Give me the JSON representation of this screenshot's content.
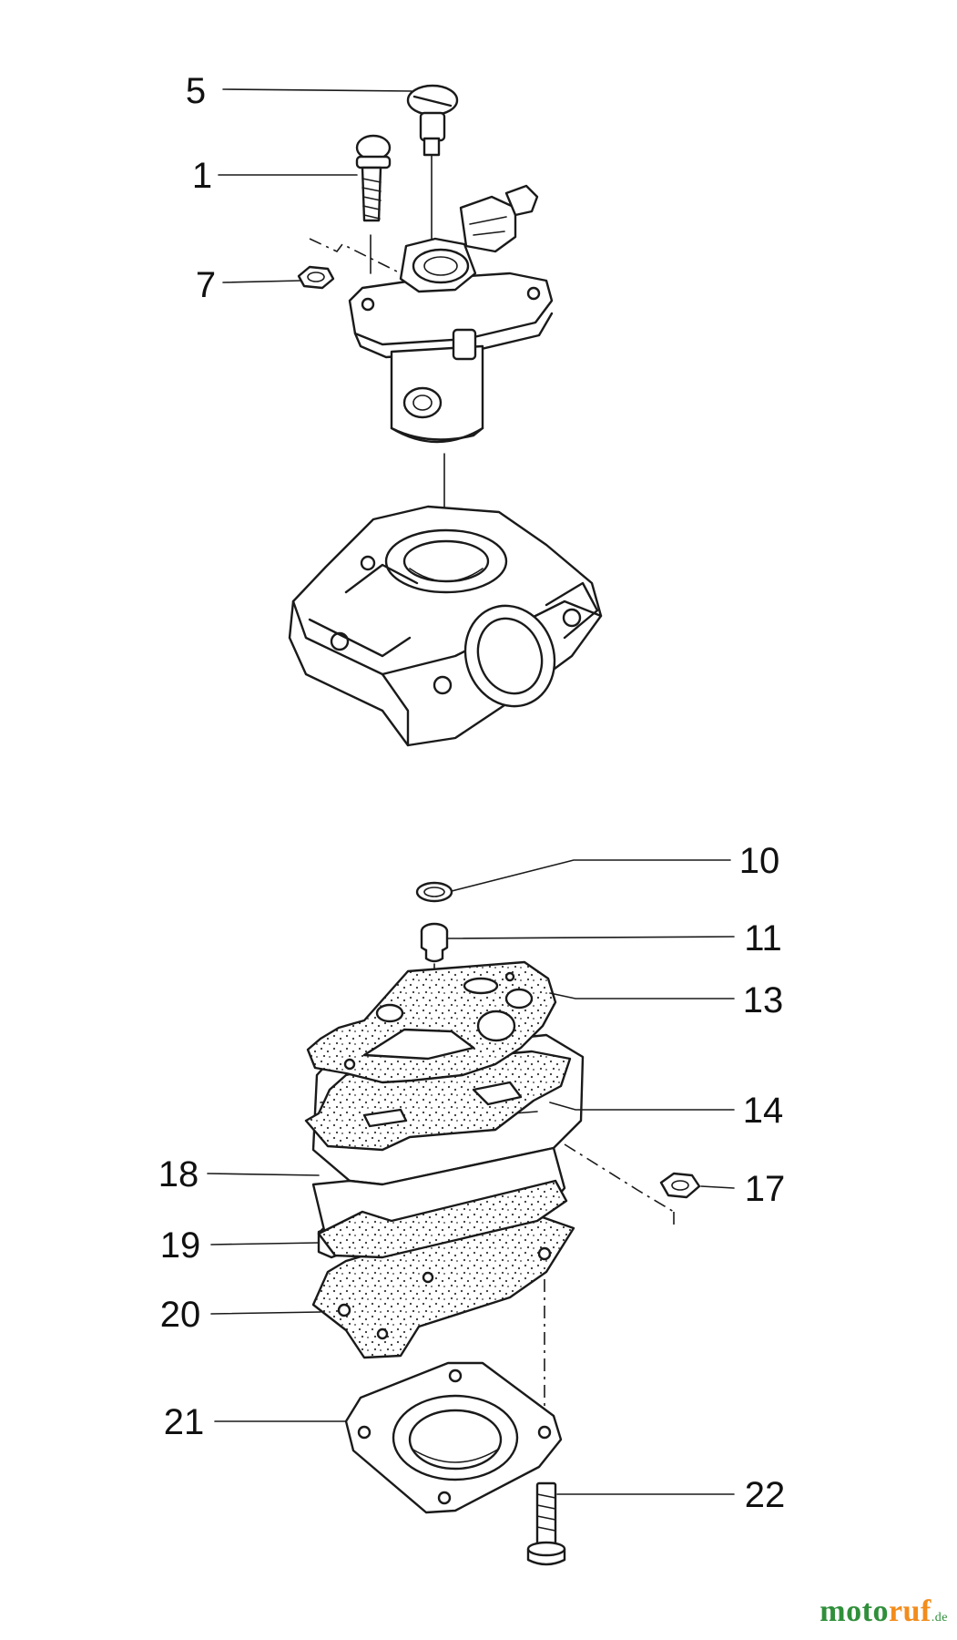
{
  "callouts": [
    {
      "id": "5",
      "label": "5"
    },
    {
      "id": "1",
      "label": "1"
    },
    {
      "id": "7",
      "label": "7"
    },
    {
      "id": "10",
      "label": "10"
    },
    {
      "id": "11",
      "label": "11"
    },
    {
      "id": "13",
      "label": "13"
    },
    {
      "id": "14",
      "label": "14"
    },
    {
      "id": "18",
      "label": "18"
    },
    {
      "id": "17",
      "label": "17"
    },
    {
      "id": "19",
      "label": "19"
    },
    {
      "id": "20",
      "label": "20"
    },
    {
      "id": "21",
      "label": "21"
    },
    {
      "id": "22",
      "label": "22"
    }
  ],
  "brand": {
    "part1": "moto",
    "part2": "ruf",
    "part3": ".de"
  }
}
